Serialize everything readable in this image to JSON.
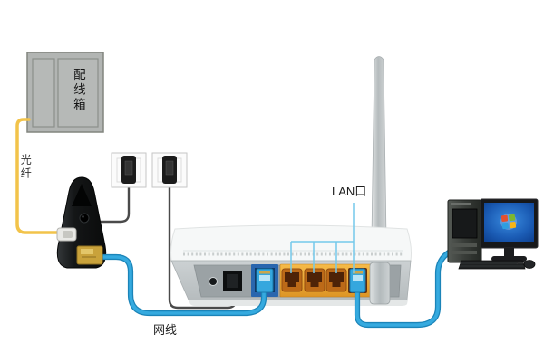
{
  "diagram": {
    "labels": {
      "distribution_box": "配线箱",
      "optical_fiber": "光纤",
      "lan_port": "LAN口",
      "network_cable": "网线"
    },
    "callouts": {
      "lan_ports_indicated": 4
    },
    "colors": {
      "fiber_cable": "#f2c34a",
      "network_cable": "#2aa0d6",
      "network_cable_edge": "#1b84b8",
      "callout_line": "#74c9ea",
      "power_cable": "#4a4a4a",
      "wan_block": "#2a66ae",
      "lan_block": "#f3b13f",
      "lan_jack": "#4e2307",
      "router_body": "#c2c7c9",
      "router_top": "#f6f8f8",
      "distribution_box": "#b2b5b3",
      "ont_device": "#181a1b",
      "screen_blue": "#2f7fd6",
      "windows_red": "#e4502f",
      "windows_green": "#7db72f",
      "windows_blue": "#2f9fe0",
      "windows_yellow": "#f8b517"
    }
  }
}
